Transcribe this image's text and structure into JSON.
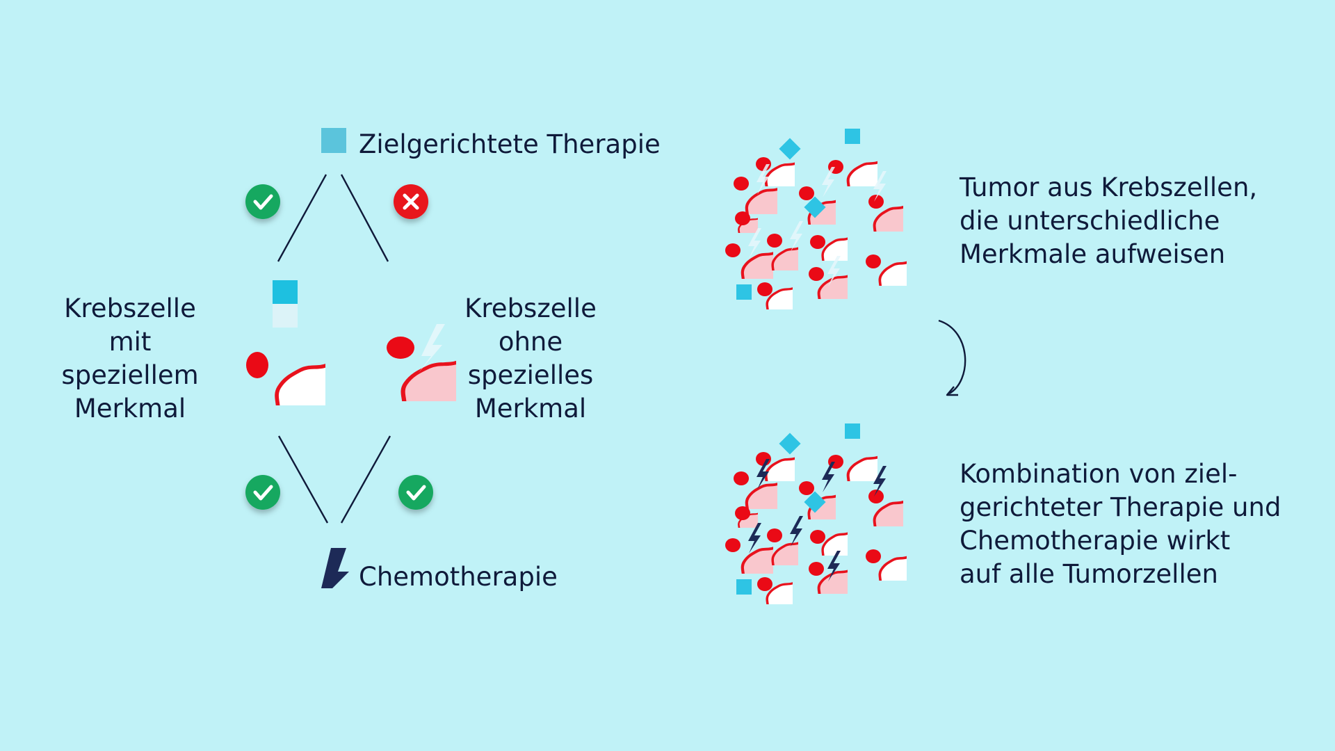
{
  "colors": {
    "background": "#c0f2f7",
    "cell_outline": "#e8121d",
    "cell_light_fill": "#f9c7cd",
    "nucleus": "#ea0a16",
    "marker_square": "#2ec4e4",
    "lightning_dark": "#1d2a57",
    "check_green": "#16a860",
    "cross_red": "#e8121d",
    "text": "#0f1a3a"
  },
  "targeted_therapy": {
    "label": "Zielgerichtete Therapie",
    "icon": "square-marker-icon"
  },
  "chemotherapy": {
    "label": "Chemotherapie",
    "icon": "lightning-icon"
  },
  "cell_with_marker": {
    "lines": [
      "Krebszelle",
      "mit",
      "speziellem",
      "Merkmal"
    ]
  },
  "cell_without_marker": {
    "lines": [
      "Krebszelle",
      "ohne",
      "spezielles",
      "Merkmal"
    ]
  },
  "effect_icons": {
    "targeted_on_marker_cell": "check-icon",
    "targeted_on_non_marker_cell": "cross-icon",
    "chemo_on_marker_cell": "check-icon",
    "chemo_on_non_marker_cell": "check-icon"
  },
  "tumor": {
    "lines": [
      "Tumor aus Krebszellen,",
      "die unterschiedliche",
      "Merkmale aufweisen"
    ]
  },
  "combination": {
    "lines": [
      "Kombination von ziel-",
      "gerichteter Therapie und",
      "Chemotherapie wirkt",
      "auf alle Tumorzellen"
    ]
  }
}
